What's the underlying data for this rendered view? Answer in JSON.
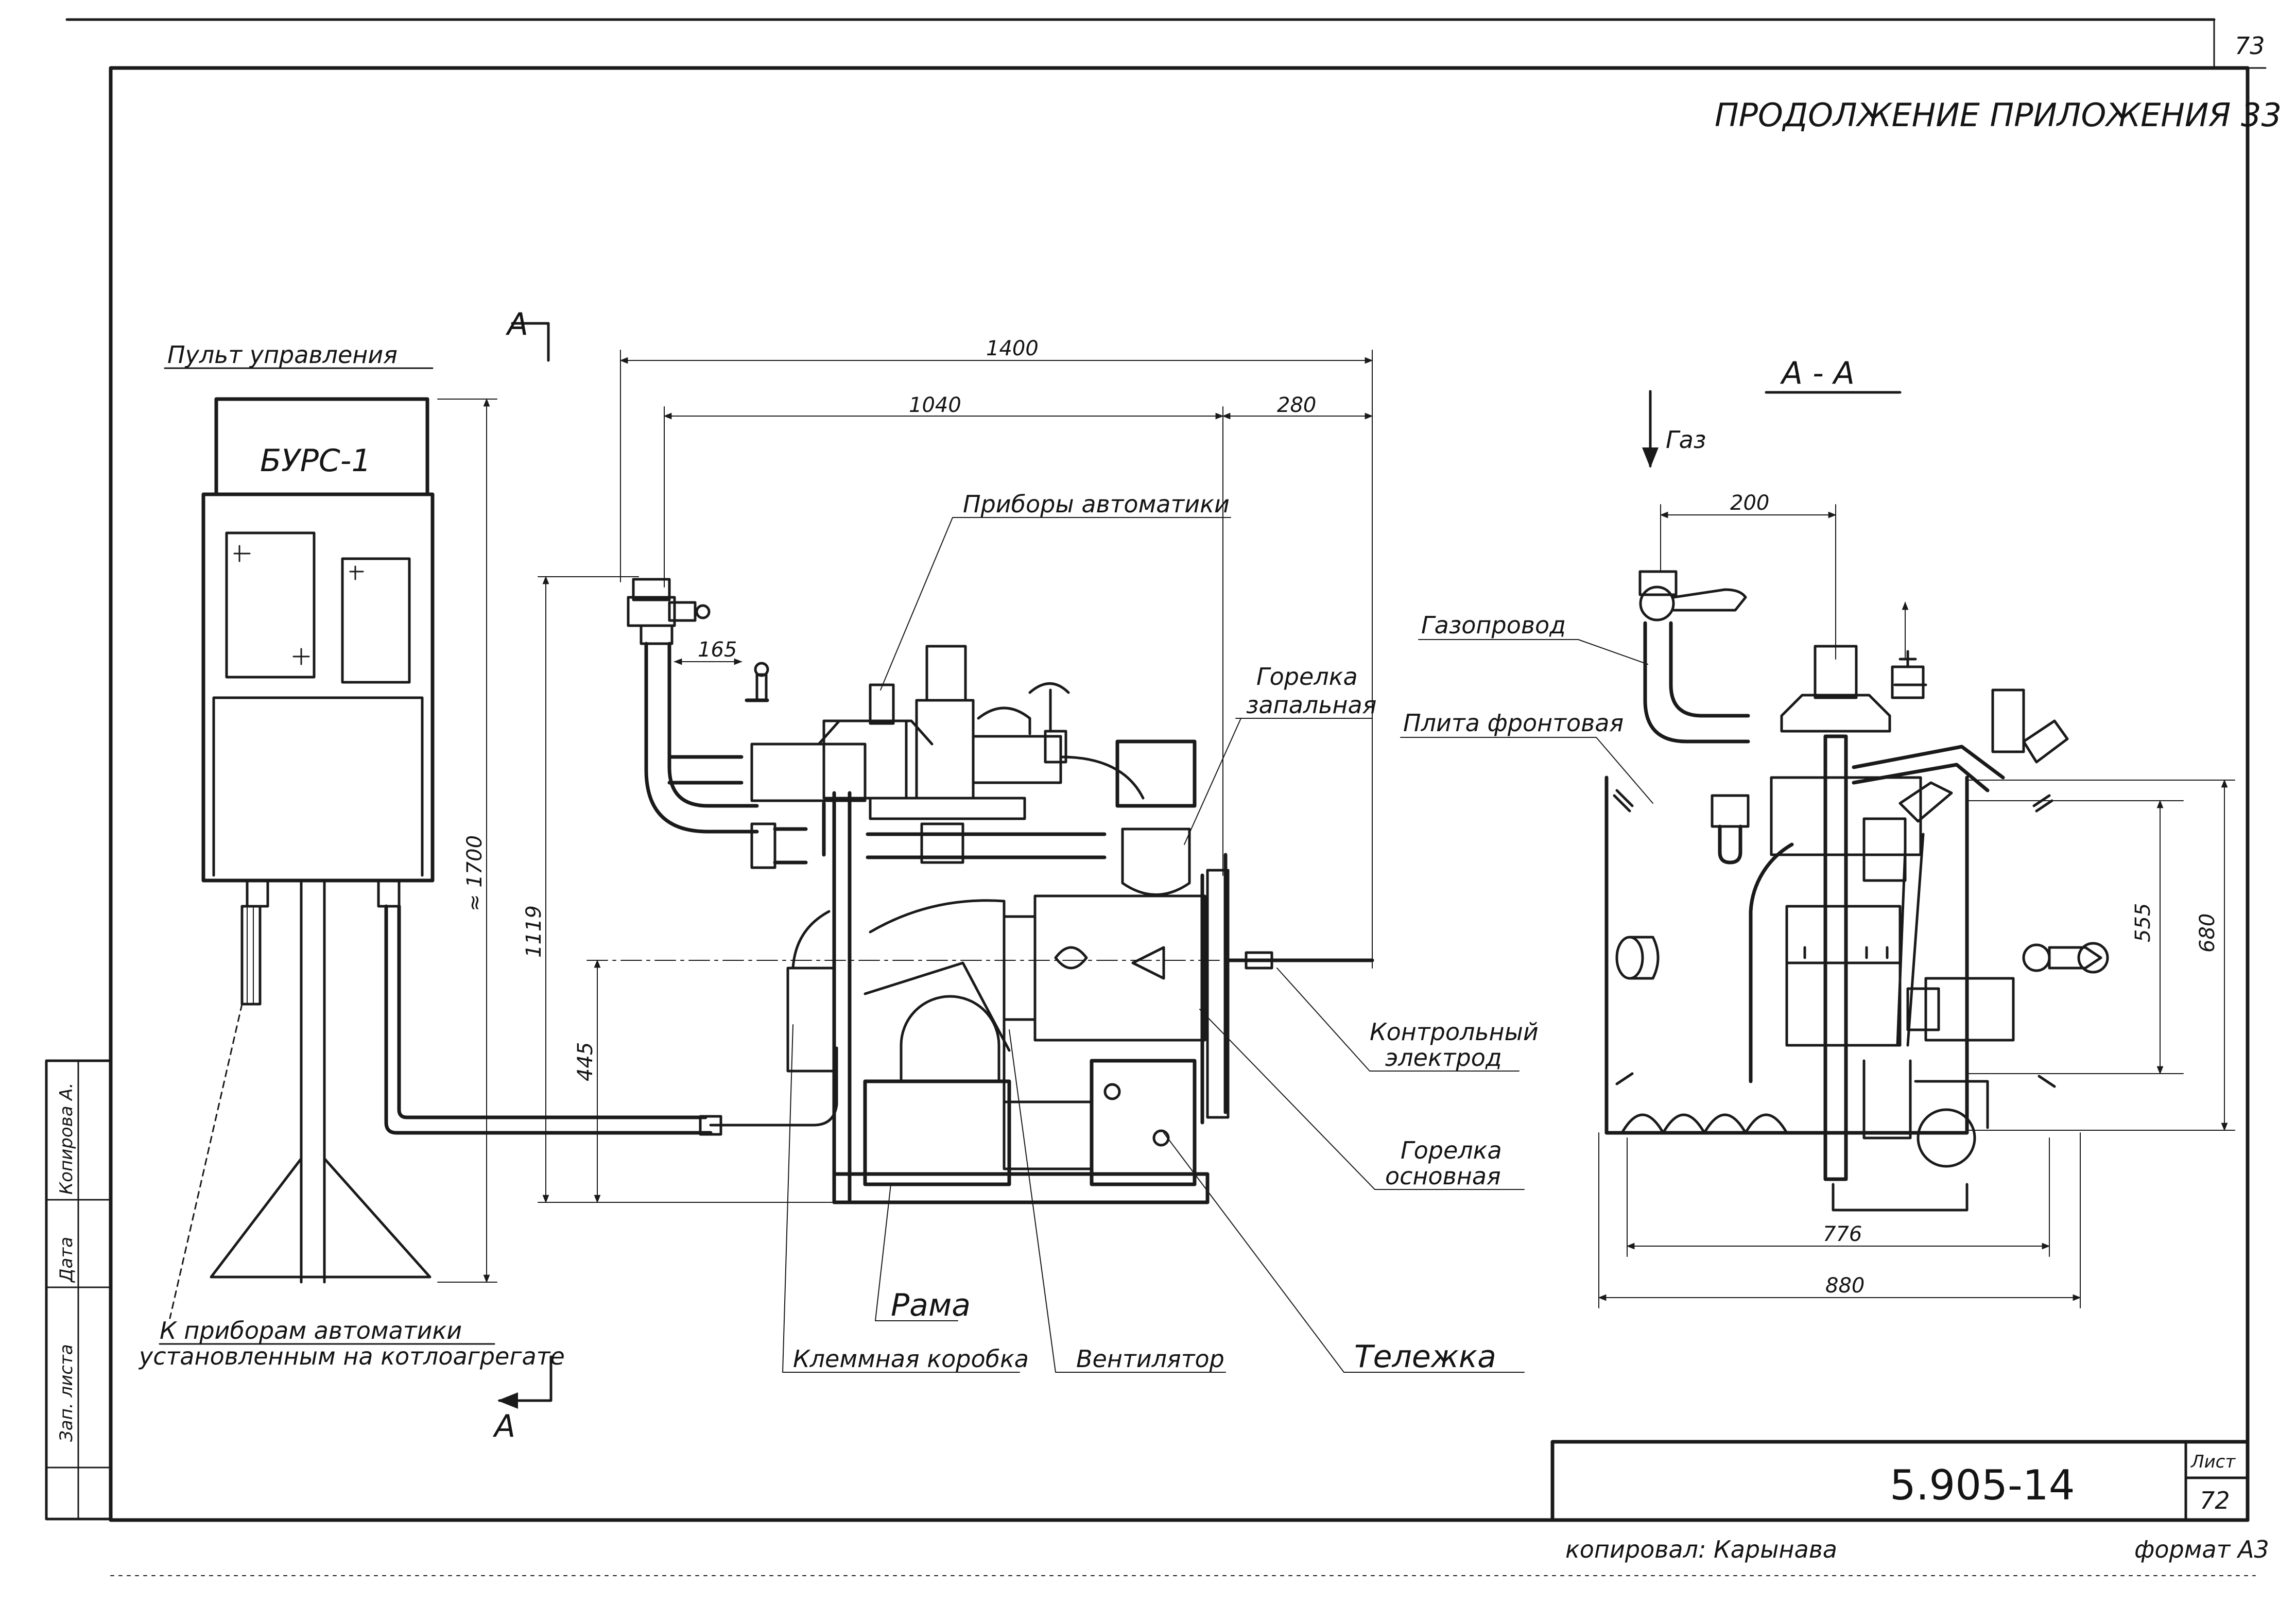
{
  "page": {
    "page_number": "73",
    "header": "ПРОДОЛЖЕНИЕ ПРИЛОЖЕНИЯ 33",
    "copied_by": "копировал: Карынава",
    "format": "формат А3"
  },
  "title_block": {
    "doc_number": "5.905-14",
    "sheet_label": "Лист",
    "sheet_number": "72"
  },
  "left_view": {
    "section_mark_top": "А",
    "section_mark_bottom": "А",
    "panel_label": "Пульт управления",
    "panel_name": "БУРС-1",
    "dim_height": "≈ 1700",
    "note_line1": "К приборам автоматики",
    "note_line2": "установленным на котлоагрегате"
  },
  "main_view": {
    "dim_overall": "1400",
    "dim_1040": "1040",
    "dim_280": "280",
    "dim_165": "165",
    "dim_1119": "1119",
    "dim_445": "445",
    "labels": {
      "automation": "Приборы автоматики",
      "pilot_burner_1": "Горелка",
      "pilot_burner_2": "запальная",
      "control_electrode_1": "Контрольный",
      "control_electrode_2": "электрод",
      "main_burner_1": "Горелка",
      "main_burner_2": "основная",
      "frame": "Рама",
      "terminal_box": "Клеммная коробка",
      "fan": "Вентилятор",
      "trolley": "Тележка"
    }
  },
  "section_view": {
    "title": "А - А",
    "gas": "Газ",
    "dim_200": "200",
    "dim_555": "555",
    "dim_680": "680",
    "dim_776": "776",
    "dim_880": "880",
    "gas_pipeline": "Газопровод",
    "front_plate": "Плита фронтовая"
  },
  "stamp_side": {
    "field1": "Копирова А.",
    "field2": "Зап. листа",
    "field3": "Дата"
  }
}
